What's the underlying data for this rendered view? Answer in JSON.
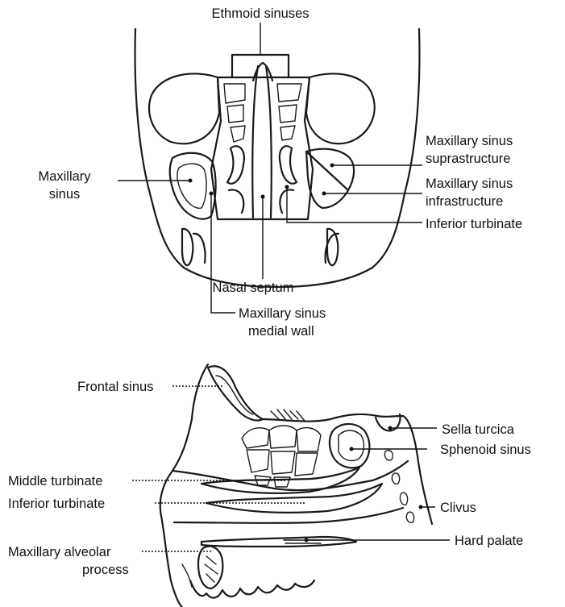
{
  "coronal": {
    "ethmoid_sinuses": "Ethmoid sinuses",
    "maxillary_sinus_line1": "Maxillary",
    "maxillary_sinus_line2": "sinus",
    "suprastructure_line1": "Maxillary sinus",
    "suprastructure_line2": "suprastructure",
    "infrastructure_line1": "Maxillary sinus",
    "infrastructure_line2": "infrastructure",
    "inferior_turbinate": "Inferior turbinate",
    "nasal_septum": "Nasal septum",
    "medial_wall_line1": "Maxillary sinus",
    "medial_wall_line2": "medial wall"
  },
  "sagittal": {
    "frontal_sinus": "Frontal sinus",
    "sella_turcica": "Sella turcica",
    "sphenoid_sinus": "Sphenoid sinus",
    "middle_turbinate": "Middle turbinate",
    "inferior_turbinate": "Inferior turbinate",
    "clivus": "Clivus",
    "hard_palate": "Hard palate",
    "alveolar_line1": "Maxillary alveolar",
    "alveolar_line2": "process"
  }
}
